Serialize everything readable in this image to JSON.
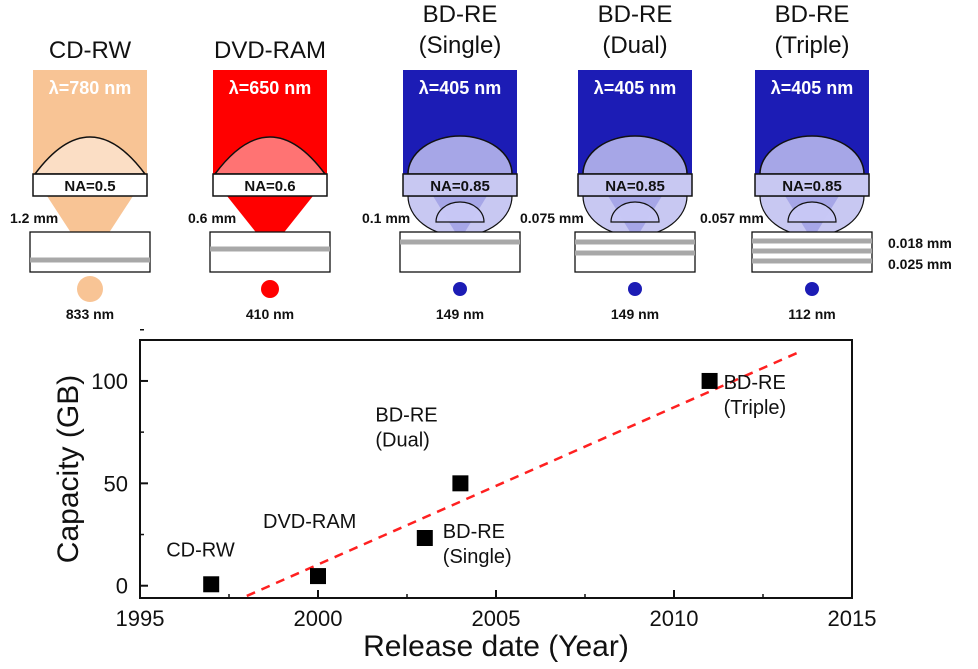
{
  "discs": [
    {
      "title_lines": [
        "CD-RW"
      ],
      "lambda": "λ=780 nm",
      "na": "NA=0.5",
      "depth": "1.2 mm",
      "spot": "833 nm",
      "color": "#f8c495"
    },
    {
      "title_lines": [
        "DVD-RAM"
      ],
      "lambda": "λ=650 nm",
      "na": "NA=0.6",
      "depth": "0.6 mm",
      "spot": "410 nm",
      "color": "#ff0000"
    },
    {
      "title_lines": [
        "BD-RE",
        "(Single)"
      ],
      "lambda": "λ=405 nm",
      "na": "NA=0.85",
      "depth": "0.1 mm",
      "spot": "149 nm",
      "color": "#1c1cb5"
    },
    {
      "title_lines": [
        "BD-RE",
        "(Dual)"
      ],
      "lambda": "λ=405 nm",
      "na": "NA=0.85",
      "depth": "0.075 mm",
      "spot": "149 nm",
      "color": "#1c1cb5"
    },
    {
      "title_lines": [
        "BD-RE",
        "(Triple)"
      ],
      "lambda": "λ=405 nm",
      "na": "NA=0.85",
      "depth": "0.057 mm",
      "spot": "112 nm",
      "color": "#1c1cb5"
    }
  ],
  "layer_spacing_labels": [
    "0.018 mm",
    "0.025 mm"
  ],
  "chart_data": {
    "type": "scatter",
    "title": "",
    "xlabel": "Release date (Year)",
    "ylabel": "Capacity (GB)",
    "xlim": [
      1995,
      2015
    ],
    "ylim": [
      -6,
      120
    ],
    "xticks": [
      1995,
      2000,
      2005,
      2010,
      2015
    ],
    "yticks": [
      0,
      50,
      100
    ],
    "points": [
      {
        "x": 1997,
        "y": 0.7,
        "label_lines": [
          "CD-RW"
        ]
      },
      {
        "x": 2000,
        "y": 4.7,
        "label_lines": [
          "DVD-RAM"
        ]
      },
      {
        "x": 2003,
        "y": 23.3,
        "label_lines": [
          "BD-RE",
          "(Single)"
        ]
      },
      {
        "x": 2004,
        "y": 50,
        "label_lines": [
          "BD-RE",
          "(Dual)"
        ]
      },
      {
        "x": 2011,
        "y": 100,
        "label_lines": [
          "BD-RE",
          "(Triple)"
        ]
      }
    ],
    "trend_line": {
      "x": [
        1998,
        2013.5
      ],
      "y": [
        -5,
        114
      ],
      "style": "dashed",
      "color": "#ff2020"
    },
    "marker_color": "#000000",
    "grid": false,
    "legend": "none"
  }
}
